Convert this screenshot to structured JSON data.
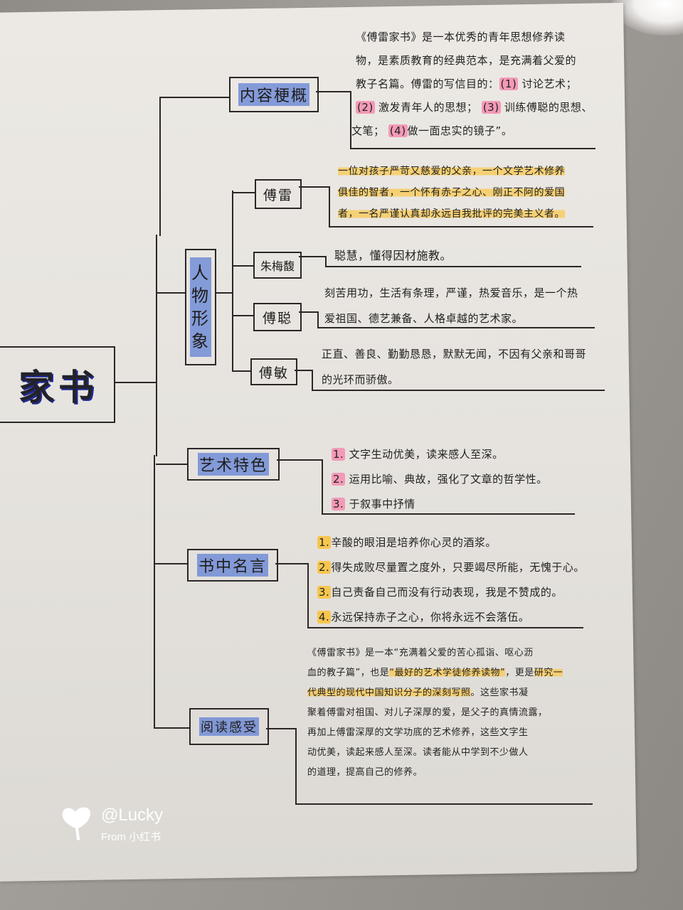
{
  "title": {
    "visible_text": "家书",
    "full_title_partially_cropped": "傅雷家书"
  },
  "branches": [
    {
      "id": "content",
      "label": "内容梗概",
      "text": "《傅雷家书》是一本优秀的青年思想修养读物，是素质教育的经典范本，是充满着父爱的教子名篇。傅雷的写信目的：(1)讨论艺术；(2)激发青年人的思想；(3)训练傅聪的思想、文笔；(4)做一面忠实的镜子”。",
      "lines": [
        "《傅雷家书》是一本优秀的青年思想修养读",
        "物，是素质教育的经典范本，是充满着父爱的",
        "教子名篇。傅雷的写信目的：",
        "激发青年人的思想；",
        "训练傅聪的思想、",
        "文笔；",
        "做一面忠实的镜子”。"
      ],
      "markers": [
        "(1)",
        "(2)",
        "(3)",
        "(4)"
      ],
      "line3_tail": "讨论艺术；"
    },
    {
      "id": "characters",
      "label": "人物形象",
      "label_chars": [
        "人",
        "物",
        "形",
        "象"
      ],
      "children": [
        {
          "name": "傅雷",
          "lines": [
            "一位对孩子严苛又慈爱的父亲，一个文学艺术修养",
            "俱佳的智者，一个怀有赤子之心、刚正不阿的爱国",
            "者，一名严谨认真却永远自我批评的完美主义者。"
          ]
        },
        {
          "name": "朱梅馥",
          "lines": [
            "聪慧，懂得因材施教。"
          ]
        },
        {
          "name": "傅聪",
          "lines": [
            "刻苦用功，生活有条理，严谨，热爱音乐，是一个热",
            "爱祖国、德艺兼备、人格卓越的艺术家。"
          ]
        },
        {
          "name": "傅敏",
          "lines": [
            "正直、善良、勤勤恳恳，默默无闻，不因有父亲和哥哥",
            "的光环而骄傲。"
          ]
        }
      ]
    },
    {
      "id": "art",
      "label": "艺术特色",
      "items": [
        {
          "num": "1.",
          "text": "文字生动优美，读来感人至深。"
        },
        {
          "num": "2.",
          "text": "运用比喻、典故，强化了文章的哲学性。"
        },
        {
          "num": "3.",
          "text": "于叙事中抒情"
        }
      ]
    },
    {
      "id": "quotes",
      "label": "书中名言",
      "items": [
        {
          "num": "1.",
          "text": "辛酸的眼泪是培养你心灵的酒浆。"
        },
        {
          "num": "2.",
          "text": "得失成败尽量置之度外，只要竭尽所能，无愧于心。"
        },
        {
          "num": "3.",
          "text": "自己责备自己而没有行动表现，我是不赞成的。"
        },
        {
          "num": "4.",
          "text": "永远保持赤子之心，你将永远不会落伍。"
        }
      ]
    },
    {
      "id": "reflection",
      "label": "阅读感受",
      "lines": [
        {
          "parts": [
            {
              "t": "《傅雷家书》是一本“充满着父爱的苦心孤诣、呕心沥",
              "hl": false
            }
          ]
        },
        {
          "parts": [
            {
              "t": "血的教子篇”，也是",
              "hl": false
            },
            {
              "t": "“最好的艺术学徒修养读物”",
              "hl": true
            },
            {
              "t": "，更是",
              "hl": false
            },
            {
              "t": "研究一",
              "hl": true
            }
          ]
        },
        {
          "parts": [
            {
              "t": "代典型的现代中国知识分子的深刻写照",
              "hl": true
            },
            {
              "t": "。这些家书凝",
              "hl": false
            }
          ]
        },
        {
          "parts": [
            {
              "t": "聚着傅雷对祖国、对儿子深厚的爱，是父子的真情流露，",
              "hl": false
            }
          ]
        },
        {
          "parts": [
            {
              "t": "再加上傅雷深厚的文学功底的艺术修养，这些文字生",
              "hl": false
            }
          ]
        },
        {
          "parts": [
            {
              "t": "动优美，读起来感人至深。读者能从中学到不少做人",
              "hl": false
            }
          ]
        },
        {
          "parts": [
            {
              "t": "的道理，提高自己的修养。",
              "hl": false
            }
          ]
        }
      ]
    }
  ],
  "watermark": {
    "handle": "@Lucky",
    "source": "From 小红书"
  },
  "colors": {
    "blue_highlight": "#6282d6",
    "yellow_highlight": "#fac850",
    "pink_highlight": "#f39ab8",
    "ink": "#2a2826",
    "paper": "#e8e5e0",
    "background": "#9a9692"
  }
}
